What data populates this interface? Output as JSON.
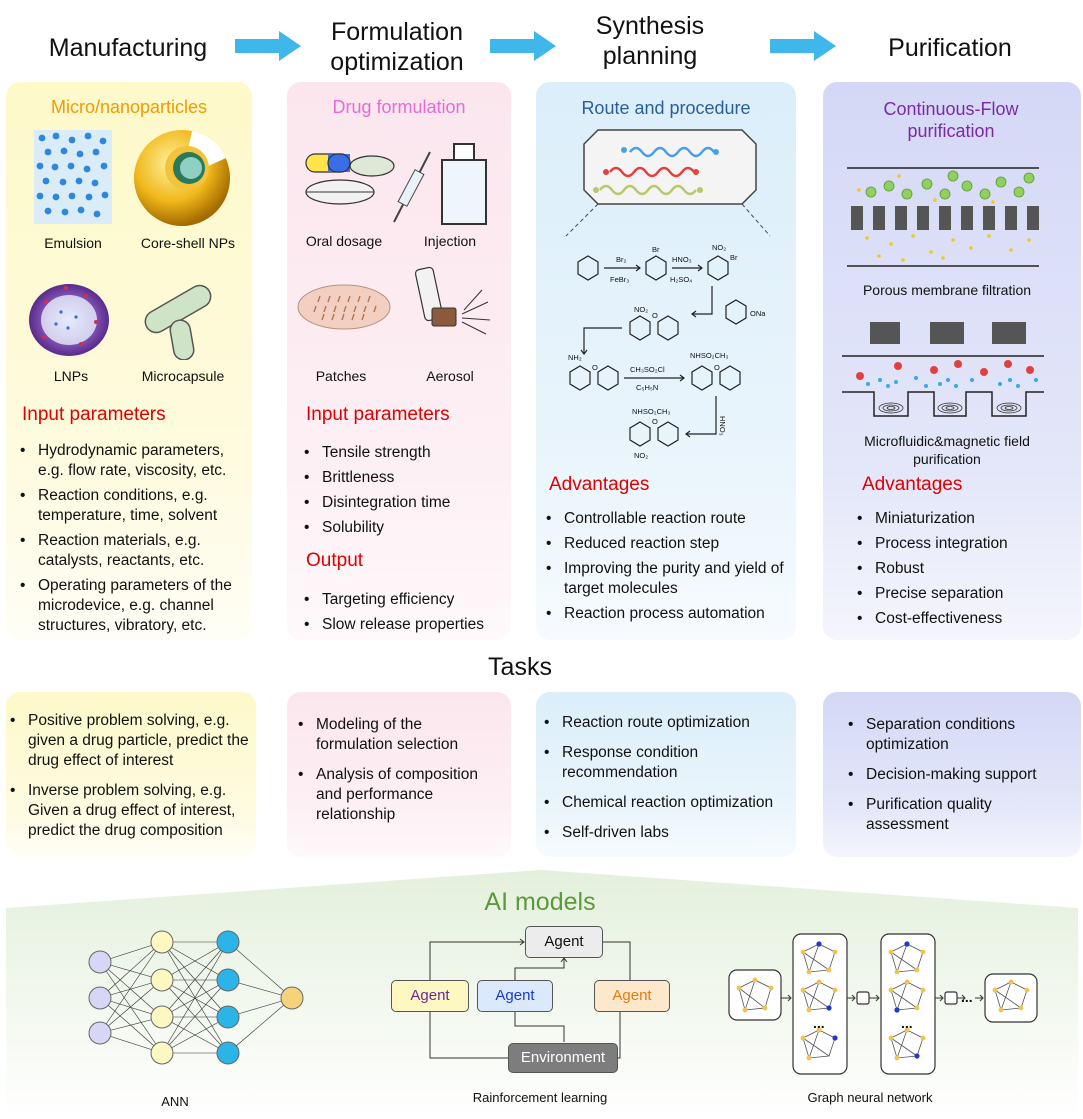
{
  "stages": [
    "Manufacturing",
    "Formulation optimization",
    "Synthesis planning",
    "Purification"
  ],
  "colors": {
    "arrow": "#3fb7ea",
    "orange": "#f39a00",
    "pink": "#e86ad6",
    "blue": "#2a5e9a",
    "purple": "#7a2aa6",
    "red": "#e00000",
    "green": "#5a9a3a"
  },
  "panels": {
    "manufacturing": {
      "title": "Micro/nanoparticles",
      "images": [
        "Emulsion",
        "Core-shell NPs",
        "LNPs",
        "Microcapsule"
      ],
      "section1": "Input parameters",
      "items": [
        "Hydrodynamic parameters, e.g. flow rate, viscosity, etc.",
        "Reaction conditions, e.g. temperature, time, solvent",
        "Reaction materials, e.g. catalysts, reactants, etc.",
        "Operating parameters of the microdevice, e.g. channel structures, vibratory, etc."
      ]
    },
    "formulation": {
      "title": "Drug formulation",
      "images": [
        "Oral dosage",
        "Injection",
        "Patches",
        "Aerosol"
      ],
      "section1": "Input parameters",
      "items": [
        "Tensile strength",
        "Brittleness",
        "Disintegration time",
        "Solubility"
      ],
      "section2": "Output",
      "items2": [
        "Targeting efficiency",
        "Slow release properties"
      ]
    },
    "synthesis": {
      "title": "Route and procedure",
      "chem": [
        "Br₂",
        "FeBr₃",
        "Br",
        "HNO₃",
        "H₂SO₄",
        "NO₂",
        "Br",
        "ONa",
        "NO₂",
        "O",
        "NH₂",
        "O",
        "CH₃SO₂Cl",
        "C₅H₅N",
        "NHSO₂CH₃",
        "O",
        "NHSO₂CH₃",
        "O",
        "NO₂",
        "HNO₃"
      ],
      "section1": "Advantages",
      "items": [
        "Controllable reaction route",
        "Reduced reaction step",
        "Improving the purity and yield of target molecules",
        "Reaction process automation"
      ]
    },
    "purification": {
      "title": "Continuous-Flow purification",
      "images": [
        "Porous membrane filtration",
        "Microfluidic&magnetic field purification"
      ],
      "section1": "Advantages",
      "items": [
        "Miniaturization",
        "Process integration",
        "Robust",
        "Precise separation",
        "Cost-effectiveness"
      ]
    }
  },
  "tasks_title": "Tasks",
  "tasks": [
    [
      "Positive problem solving, e.g. given a drug particle, predict the drug effect of interest",
      "Inverse problem solving, e.g. Given a drug effect of interest, predict the drug composition"
    ],
    [
      "Modeling of the formulation selection",
      "Analysis of composition and performance relationship"
    ],
    [
      "Reaction route optimization",
      "Response condition recommendation",
      "Chemical reaction optimization",
      "Self-driven labs"
    ],
    [
      "Separation conditions optimization",
      "Decision-making support",
      "Purification quality assessment"
    ]
  ],
  "ai": {
    "title": "AI models",
    "ann": "ANN",
    "rl": {
      "agent": "Agent",
      "environment": "Environment",
      "label": "Rainforcement  learning"
    },
    "gnn": {
      "label": "Graph neural network",
      "dots": "..."
    }
  }
}
